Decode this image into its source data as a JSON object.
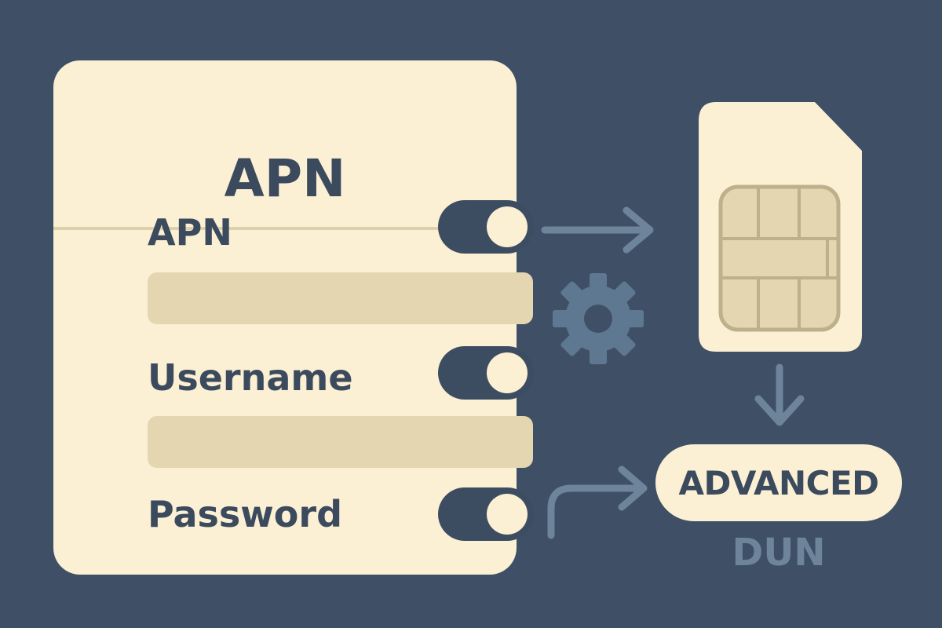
{
  "colors": {
    "background": "#3f5066",
    "card": "#fbefd4",
    "text": "#3b4a5d",
    "accent_muted": "#6e849b",
    "field": "#e3d6b0"
  },
  "card": {
    "title": "APN",
    "rows": [
      {
        "label": "APN",
        "toggle_on": true
      },
      {
        "label": "Username",
        "toggle_on": true
      },
      {
        "label": "Password",
        "toggle_on": true
      }
    ]
  },
  "icons": [
    "arrow-right-icon",
    "gear-icon",
    "sim-card-icon",
    "arrow-down-icon",
    "bent-arrow-right-icon"
  ],
  "advanced_label": "ADVANCED",
  "dun_label": "DUN"
}
